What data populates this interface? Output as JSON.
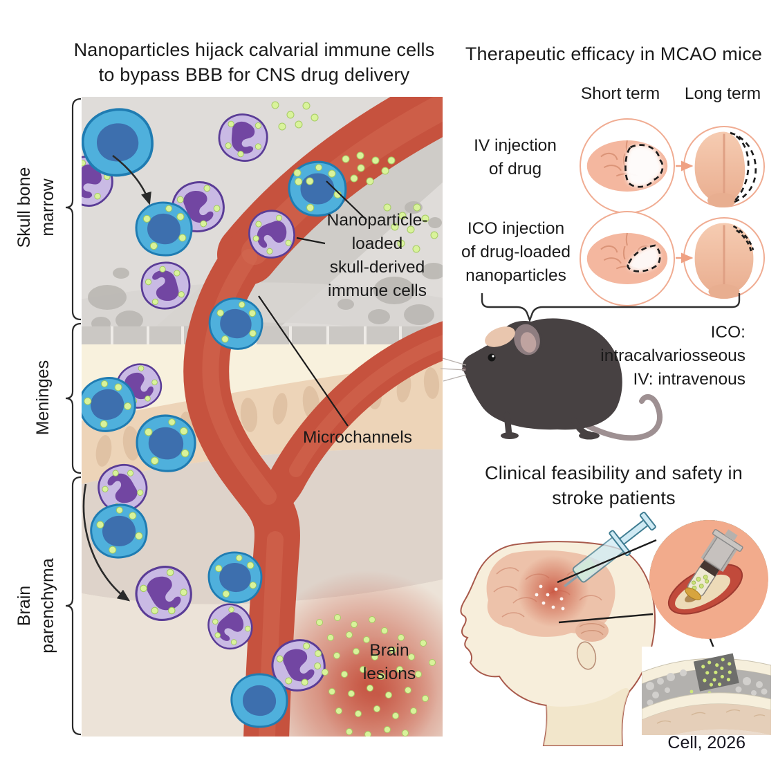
{
  "left": {
    "title": [
      "Nanoparticles hijack calvarial immune cells",
      "to bypass BBB for CNS drug delivery"
    ],
    "regions": {
      "skull": [
        "Skull bone",
        "marrow"
      ],
      "meninges": "Meninges",
      "brain": [
        "Brain",
        "parenchyma"
      ]
    },
    "labels": {
      "cells": [
        "Nanoparticle-",
        "loaded",
        "skull-derived",
        "immune cells"
      ],
      "microchannels": "Microchannels",
      "lesions": [
        "Brain",
        "lesions"
      ]
    }
  },
  "right": {
    "mcao": {
      "title": "Therapeutic efficacy in MCAO mice",
      "columns": [
        "Short term",
        "Long term"
      ],
      "rows": [
        {
          "label": [
            "IV injection",
            "of drug"
          ]
        },
        {
          "label": [
            "ICO injection",
            "of drug-loaded",
            "nanoparticles"
          ]
        }
      ],
      "abbreviations": [
        "ICO: intracalvariosseous",
        "IV: intravenous"
      ]
    },
    "clinical": {
      "title": [
        "Clinical feasibility and safety in",
        "stroke patients"
      ]
    }
  },
  "footer": {
    "citation": "Cell, 2026"
  },
  "colors": {
    "vessel_red": "#c6523e",
    "nanoparticle_green": "#d9f39b",
    "cell_blue": "#4fb0dc",
    "cell_purple": "#c9bae4",
    "accent_salmon": "#f0ac92"
  }
}
